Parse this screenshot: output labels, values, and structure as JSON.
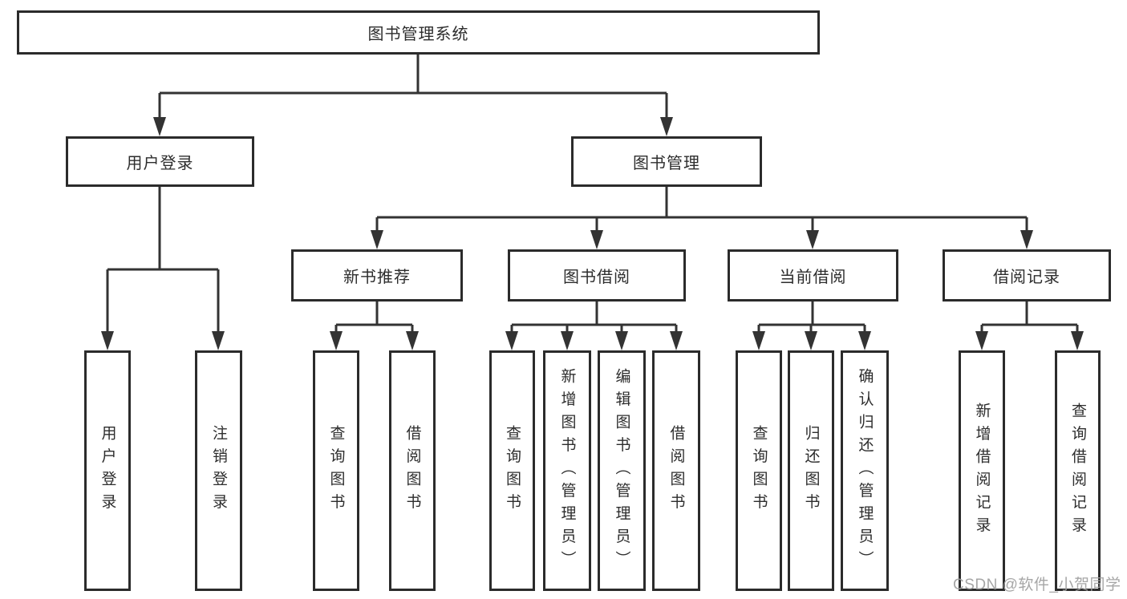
{
  "nodes": {
    "root": "图书管理系统",
    "user_login": "用户登录",
    "book_mgmt": "图书管理",
    "new_rec": "新书推荐",
    "borrow": "图书借阅",
    "current": "当前借阅",
    "records": "借阅记录"
  },
  "leaves": {
    "ul_login": "用户登录",
    "ul_logout": "注销登录",
    "nr_query": "查询图书",
    "nr_borrow": "借阅图书",
    "bb_query": "查询图书",
    "bb_add": "新增图书（管理员）",
    "bb_edit": "编辑图书（管理员）",
    "bb_borrow": "借阅图书",
    "cb_query": "查询图书",
    "cb_return": "归还图书",
    "cb_confirm": "确认归还（管理员）",
    "rc_add": "新增借阅记录",
    "rc_query": "查询借阅记录"
  },
  "watermark": "CSDN @软件_小贺同学",
  "colors": {
    "line": "#333333",
    "box_border": "#2b2b2b",
    "text": "#2d2d2d",
    "watermark": "#9e9e9e",
    "background": "#ffffff"
  }
}
